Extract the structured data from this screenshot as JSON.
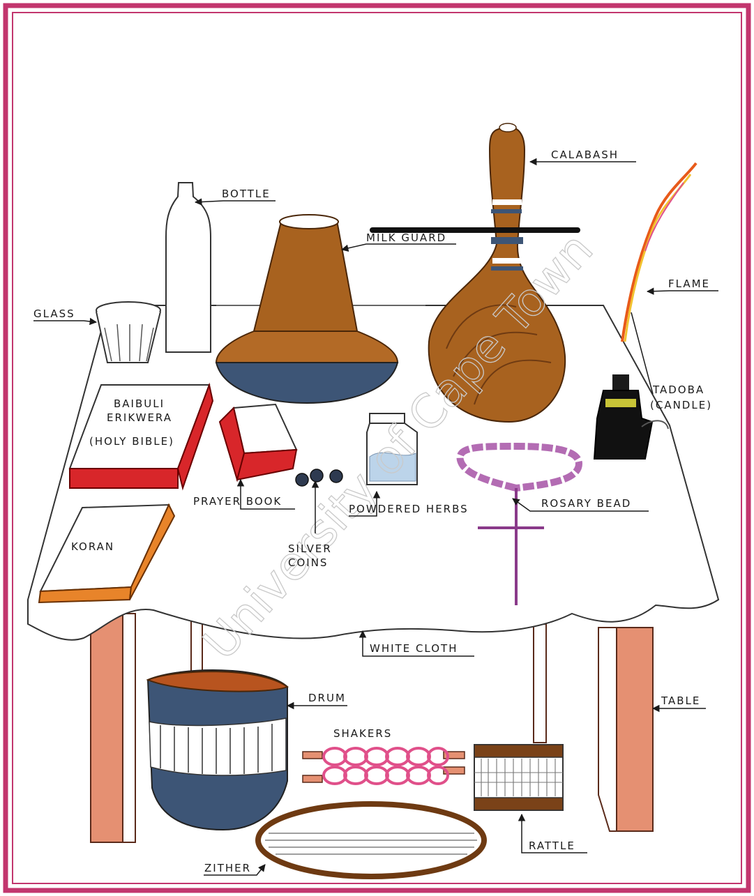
{
  "colors": {
    "frame": "#c2366e",
    "wood": "#a8621f",
    "wood_dark": "#6e3a12",
    "blue": "#3d5576",
    "red": "#d8262a",
    "orange": "#e8842a",
    "pink": "#e0508a",
    "purple": "#b36cb3",
    "table_leg": "#e59072"
  },
  "labels": {
    "calabash": "CALABASH",
    "bottle": "BOTTLE",
    "milk_guard": "MILK GUARD",
    "flame": "FLAME",
    "glass": "GLASS",
    "tadoba_1": "TADOBA",
    "tadoba_2": "(CANDLE)",
    "bible_1": "BAIBULI",
    "bible_2": "ERIKWERA",
    "bible_3": "(HOLY BIBLE)",
    "prayer_book": "PRAYER BOOK",
    "powdered_herbs": "POWDERED HERBS",
    "rosary_bead": "ROSARY BEAD",
    "koran": "KORAN",
    "silver_1": "SILVER",
    "silver_2": "COINS",
    "white_cloth": "WHITE CLOTH",
    "drum": "DRUM",
    "table": "TABLE",
    "shakers": "SHAKERS",
    "rattle": "RATTLE",
    "zither": "ZITHER"
  },
  "watermark": "University of Cape Town"
}
